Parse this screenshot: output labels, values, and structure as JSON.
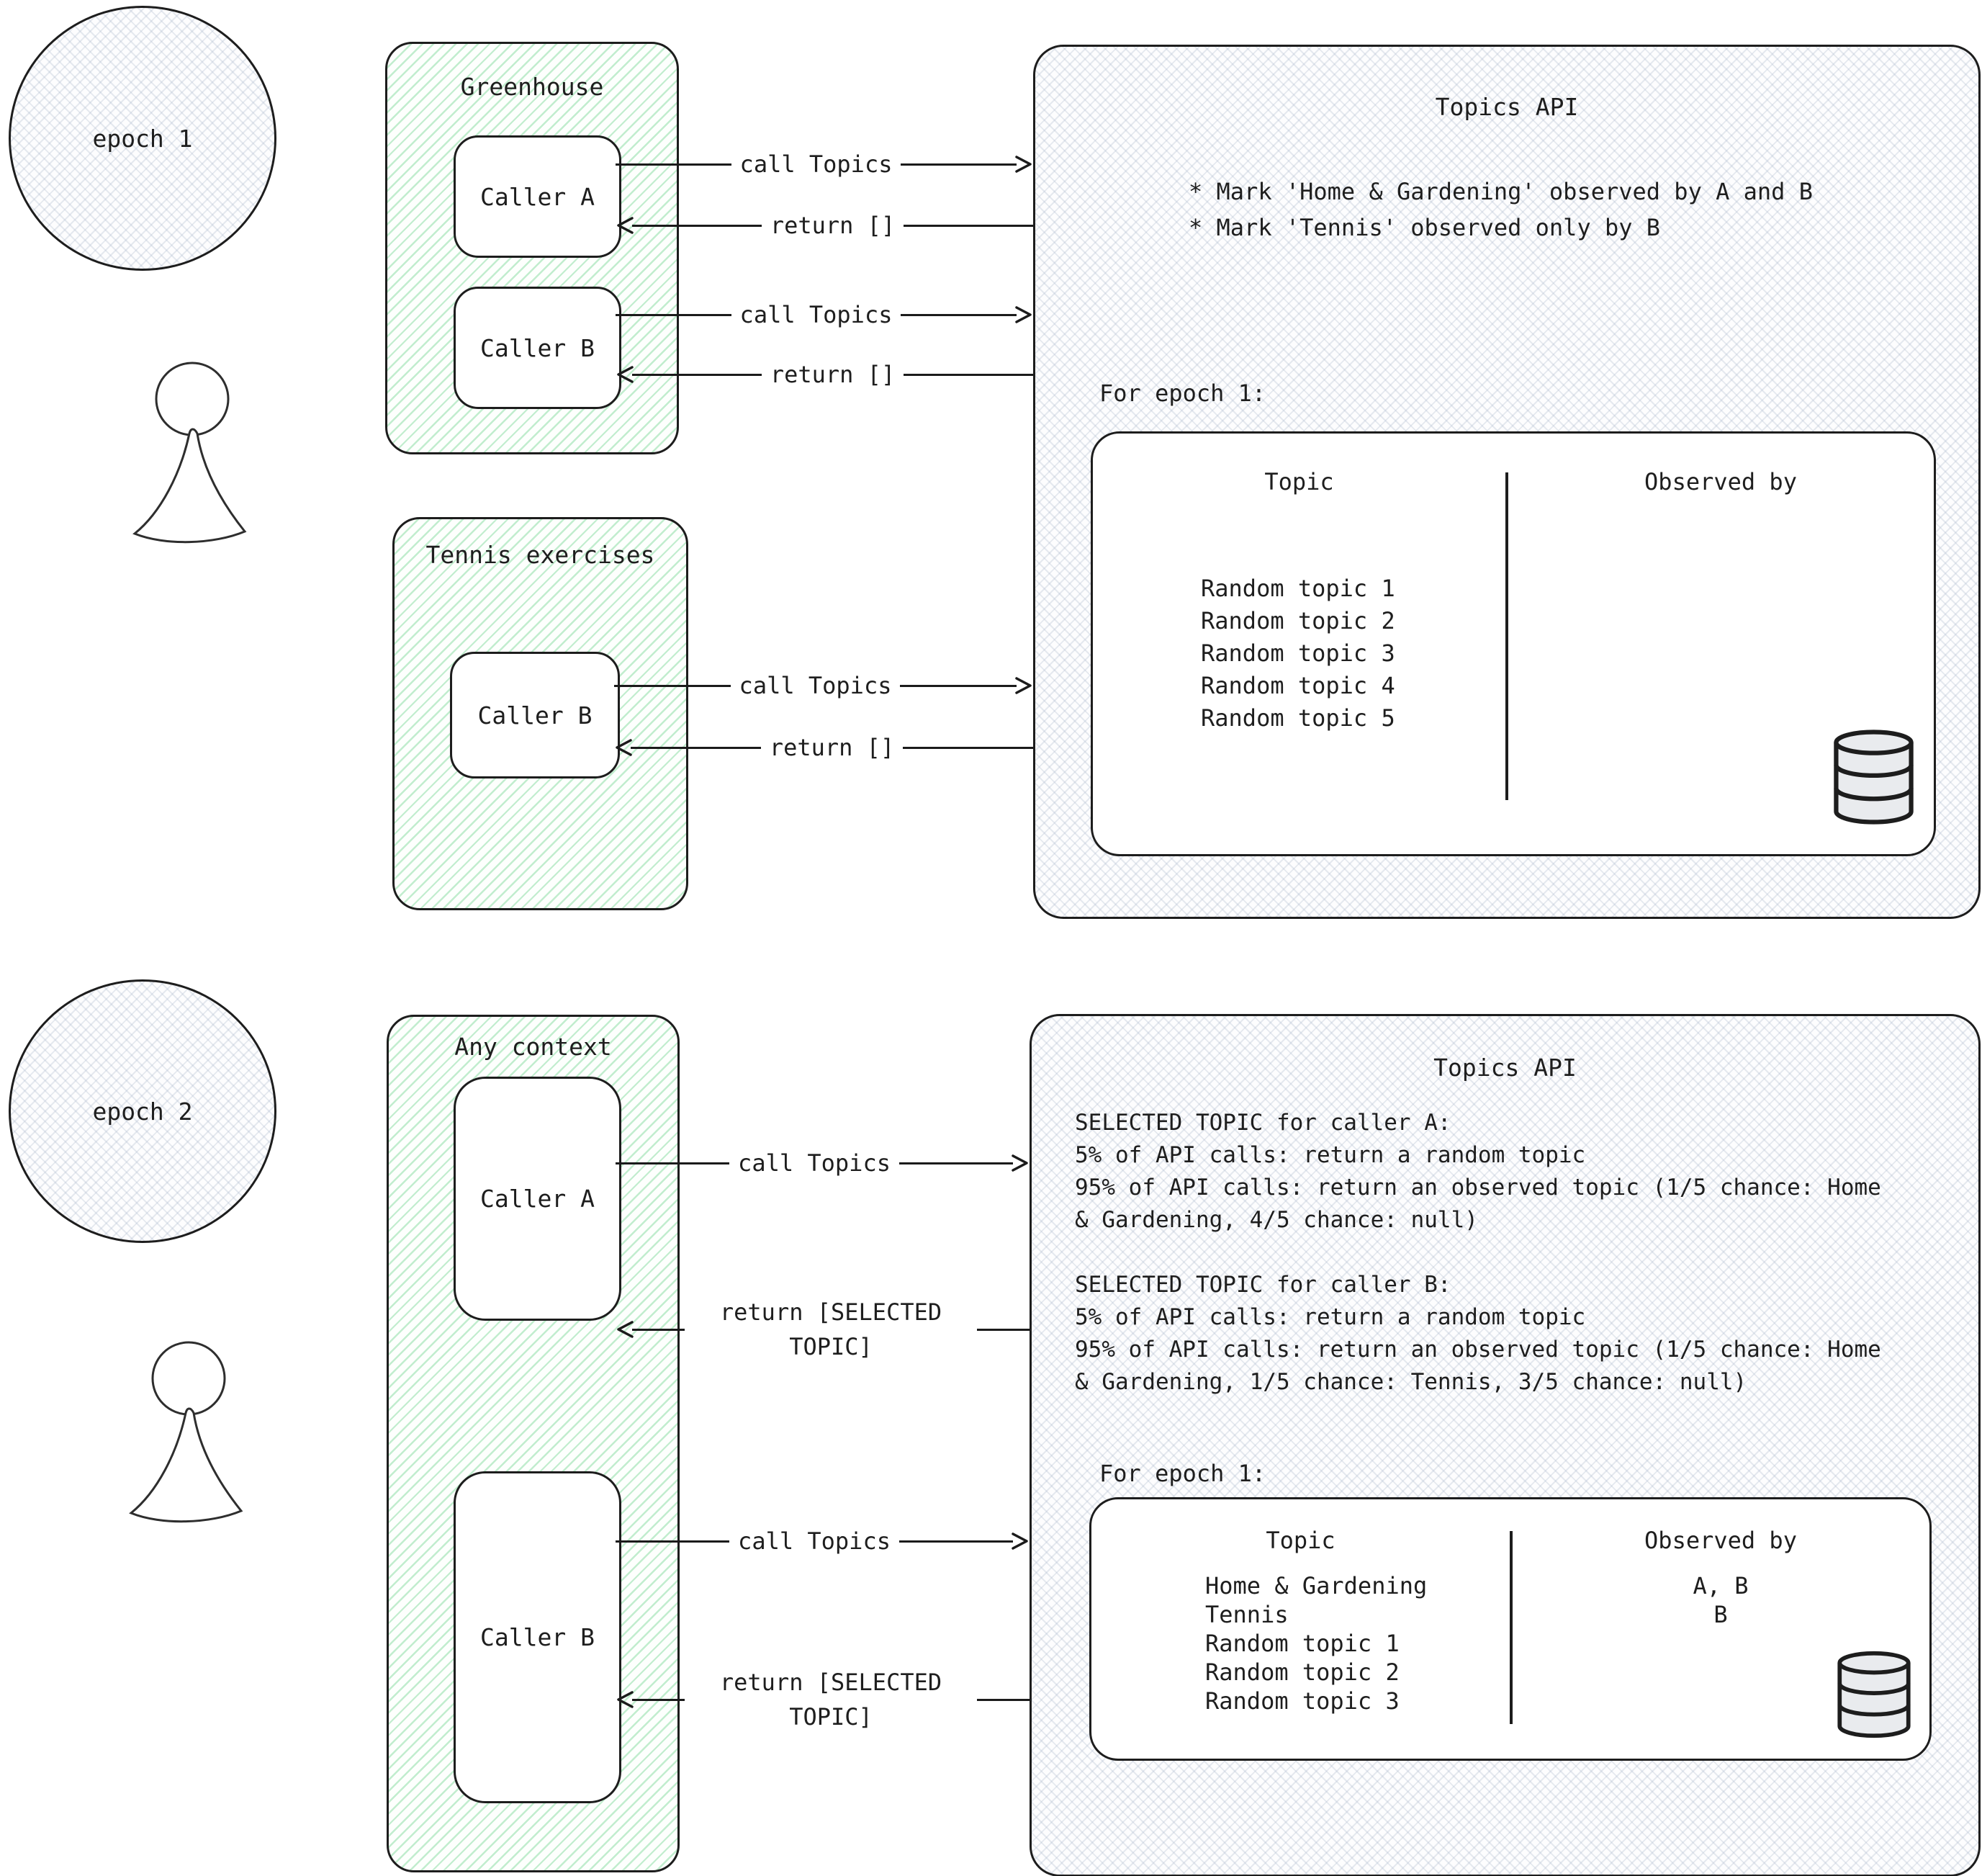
{
  "epoch1": {
    "bubble_label": "epoch 1",
    "greenhouse": {
      "title": "Greenhouse",
      "caller_a": "Caller A",
      "caller_b": "Caller B"
    },
    "tennis": {
      "title": "Tennis exercises",
      "caller_b": "Caller B"
    },
    "arrows": {
      "call": "call Topics",
      "return": "return []"
    },
    "api": {
      "title": "Topics API",
      "notes": [
        "* Mark 'Home & Gardening' observed by A and B",
        "* Mark 'Tennis' observed only by B"
      ],
      "table_label": "For epoch 1:",
      "table": {
        "col_topic": "Topic",
        "col_observed": "Observed by",
        "rows": [
          {
            "topic": "Random topic 1",
            "observed": ""
          },
          {
            "topic": "Random topic 2",
            "observed": ""
          },
          {
            "topic": "Random topic 3",
            "observed": ""
          },
          {
            "topic": "Random topic 4",
            "observed": ""
          },
          {
            "topic": "Random topic 5",
            "observed": ""
          }
        ]
      }
    }
  },
  "epoch2": {
    "bubble_label": "epoch 2",
    "context": {
      "title": "Any context",
      "caller_a": "Caller A",
      "caller_b": "Caller B"
    },
    "arrows": {
      "call": "call Topics",
      "return": "return [SELECTED TOPIC]"
    },
    "api": {
      "title": "Topics API",
      "selection_rules": [
        "SELECTED TOPIC for caller A:",
        "5% of API calls: return a random topic",
        "95% of API calls: return an observed topic (1/5 chance: Home",
        "& Gardening, 4/5 chance: null)",
        "",
        "SELECTED TOPIC for caller B:",
        "5% of API calls: return a random topic",
        "95% of API calls: return an observed topic (1/5 chance: Home",
        "& Gardening, 1/5 chance: Tennis,  3/5 chance: null)"
      ],
      "table_label": "For epoch 1:",
      "table": {
        "col_topic": "Topic",
        "col_observed": "Observed by",
        "rows": [
          {
            "topic": "Home & Gardening",
            "observed": "A, B"
          },
          {
            "topic": "Tennis",
            "observed": "B"
          },
          {
            "topic": "Random topic 1",
            "observed": ""
          },
          {
            "topic": "Random topic 2",
            "observed": ""
          },
          {
            "topic": "Random topic 3",
            "observed": ""
          }
        ]
      }
    }
  }
}
